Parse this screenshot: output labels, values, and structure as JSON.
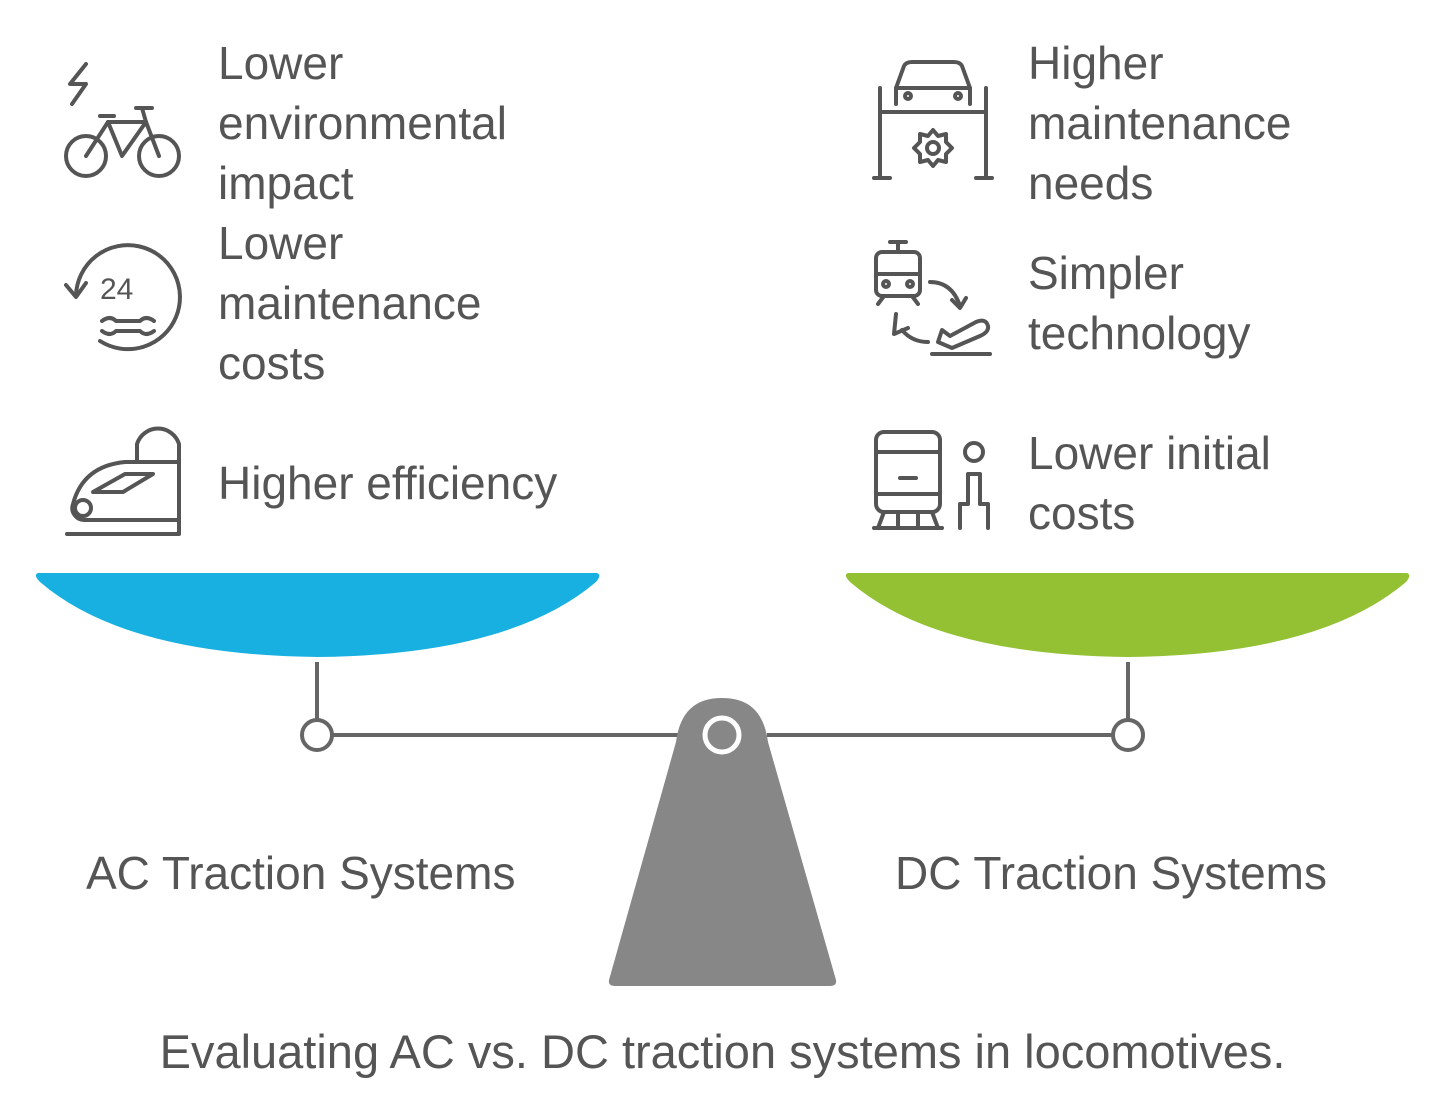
{
  "caption": "Evaluating AC vs. DC traction systems in locomotives.",
  "colors": {
    "ac_pan": "#17b0e0",
    "dc_pan": "#93c133",
    "text": "#555555",
    "fulcrum": "#878787",
    "beam": "#666666"
  },
  "ac": {
    "label": "AC Traction Systems",
    "items": [
      {
        "text": "Lower environmental impact",
        "icon": "electric-bike-icon"
      },
      {
        "text": "Lower maintenance costs",
        "icon": "24h-service-icon"
      },
      {
        "text": "Higher efficiency",
        "icon": "high-speed-train-icon"
      }
    ]
  },
  "dc": {
    "label": "DC Traction Systems",
    "items": [
      {
        "text": "Higher maintenance needs",
        "icon": "car-lift-service-icon"
      },
      {
        "text": "Simpler technology",
        "icon": "train-plane-exchange-icon"
      },
      {
        "text": "Lower initial costs",
        "icon": "train-passenger-icon"
      }
    ]
  }
}
